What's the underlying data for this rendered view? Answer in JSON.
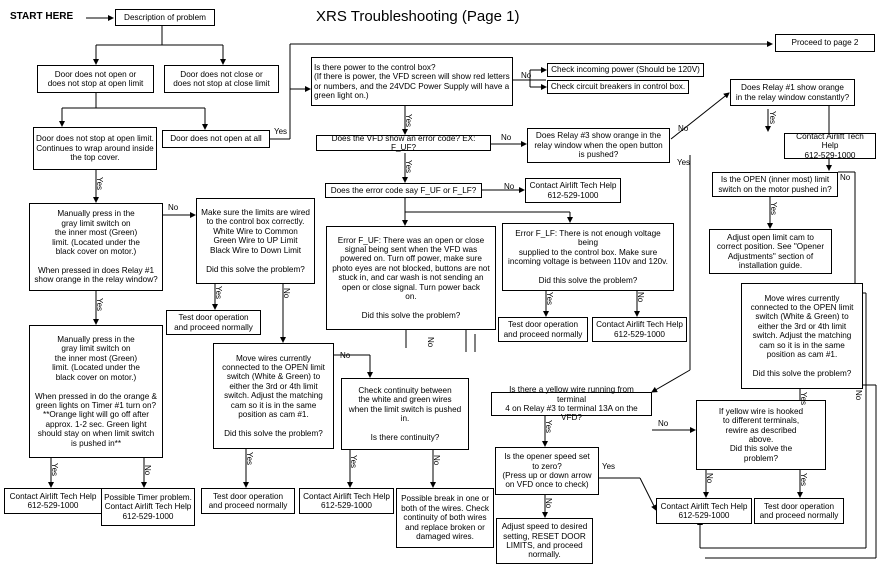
{
  "title": "XRS Troubleshooting (Page 1)",
  "start_here": "START HERE",
  "boxes": {
    "description": "Description of problem",
    "proceed": "Proceed to page 2",
    "door_no_open": "Door does not open or\ndoes not stop at open limit",
    "door_no_close": "Door does not close or\ndoes not stop at close limit",
    "power_q": "Is there power to the control box?\n(If there is power, the VFD screen will show red letters\nor numbers, and the 24VDC Power Supply will have a\ngreen light on.)",
    "check_power": "Check incoming power (Should be 120V)",
    "check_breakers": "Check circuit breakers in control box.",
    "relay1_q": "Does Relay #1 show orange\nin the relay window constantly?",
    "airlift_r1": "Contact Airlift Tech Help\n612-529-1000",
    "no_stop_open": "Door does not stop at open limit.\nContinues to wrap around inside\nthe top cover.",
    "no_open_all": "Door does not open at all",
    "vfd_error_q": "Does the VFD show an error code? EX: F_UF?",
    "relay3_q": "Does Relay #3 show orange in the\nrelay window when the open button\nis pushed?",
    "manual_press1": "Manually press in the\ngray limit switch on\nthe inner most (Green)\nlimit. (Located under the\nblack cover on motor.)\n\nWhen pressed in does Relay #1\nshow orange in the relay window?",
    "limits_wired": "Make sure the limits are wired\nto the control box correctly.\nWhite Wire to Common\nGreen Wire to UP Limit\nBlack Wire to Down Limit\n\nDid this solve the problem?",
    "error_code_q": "Does the error code say F_UF or F_LF?",
    "airlift_ec": "Contact Airlift Tech Help\n612-529-1000",
    "limit_pushed_q": "Is the OPEN (inner most) limit\nswitch on the motor pushed in?",
    "error_fuf": "Error F_UF: There was an open or close\nsignal being sent when the VFD was\npowered on. Turn off power, make sure\nphoto eyes are not blocked, buttons are not\nstuck in, and car wash is not sending an\nopen or close signal. Turn power back\non.\n\nDid this solve the problem?",
    "error_flf": "Error F_LF: There is not enough voltage being\nsupplied to the control box. Make sure\nincoming voltage is between 110v and 120v.\n\nDid this solve the problem?",
    "adjust_limit": "Adjust open limit cam to\ncorrect position. See \"Opener\nAdjustments\" section of\ninstallation guide.",
    "test_door1": "Test door operation\nand proceed normally",
    "manual_press2": "Manually press in the\ngray limit switch on\nthe inner most (Green)\nlimit. (Located under the\nblack cover on motor.)\n\nWhen pressed in do the orange &\ngreen lights on Timer #1 turn on?\n**Orange light will go off after\napprox. 1-2 sec. Green light\nshould stay on when limit switch\nis pushed in**",
    "move_wires1": "Move wires currently\nconnected to the OPEN limit\nswitch (White & Green) to\neither the 3rd or 4th limit\nswitch. Adjust the matching\ncam so it is in the same\nposition as cam #1.\n\nDid this solve the problem?",
    "check_continuity": "Check continuity between\nthe white and green wires\nwhen the limit switch is pushed\nin.\n\nIs there continuity?",
    "test_door2": "Test door operation\nand proceed normally",
    "airlift_flf": "Contact Airlift Tech Help\n612-529-1000",
    "move_wires2": "Move wires currently\nconnected to the OPEN limit\nswitch (White & Green) to\neither the 3rd or 4th limit\nswitch. Adjust the matching\ncam so it is in the same\nposition as cam #1.\n\nDid this solve the problem?",
    "yellow_wire_q": "Is there a yellow wire running from terminal\n4 on Relay #3 to terminal 13A on the VFD?",
    "yellow_hooked": "If yellow wire is hooked\nto different terminals,\nrewire as described\nabove.\nDid this solve the\nproblem?",
    "speed_zero_q": "Is the opener speed set\nto zero?\n(Press up or down arrow\non VFD once to check)",
    "adjust_speed": "Adjust speed to desired\nsetting, RESET DOOR\nLIMITS, and proceed\nnormally.",
    "airlift_bl": "Contact Airlift Tech Help\n612-529-1000",
    "timer_problem": "Possible Timer problem.\nContact Airlift Tech Help\n612-529-1000",
    "test_door3": "Test door operation\nand proceed normally",
    "airlift_bm": "Contact Airlift Tech Help\n612-529-1000",
    "broken_wires": "Possible break in one or\nboth of the wires. Check\ncontinuity of both wires\nand replace broken or\ndamaged wires.",
    "airlift_speed": "Contact Airlift Tech Help\n612-529-1000",
    "test_door4": "Test door operation\nand proceed normally"
  },
  "labels": {
    "yes": "Yes",
    "no": "No"
  }
}
